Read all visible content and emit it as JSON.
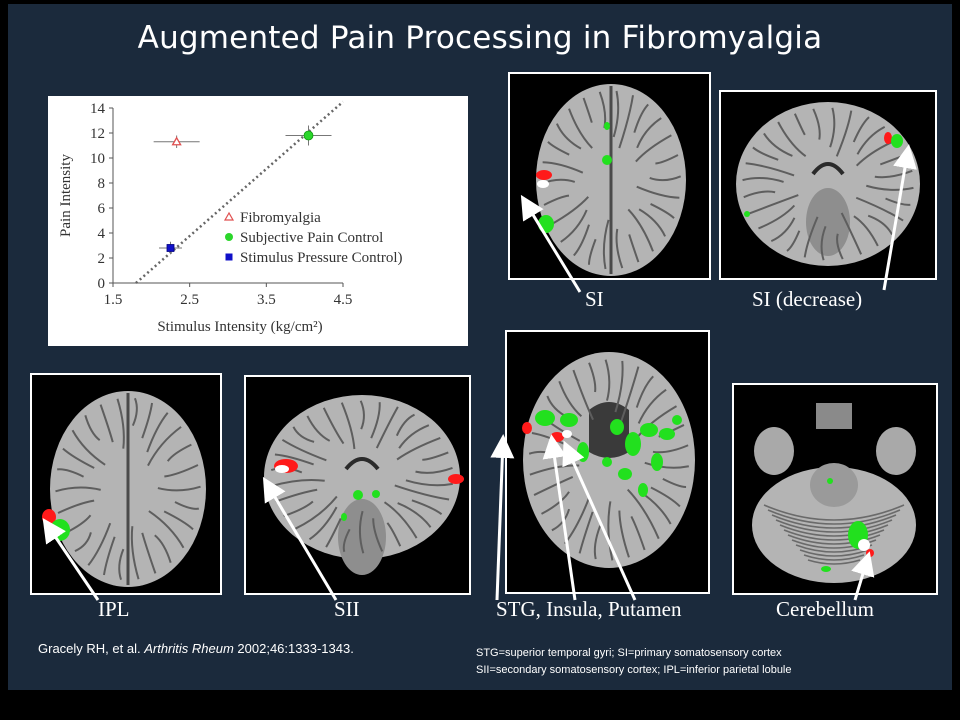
{
  "slide": {
    "title": "Augmented Pain Processing in Fibromyalgia",
    "citation": {
      "authors": "Gracely RH, et al.",
      "journal": "Arthritis Rheum",
      "details": "2002;46:1333-1343."
    },
    "abbreviations": [
      "STG=superior temporal gyri; SI=primary somatosensory cortex",
      "SII=secondary somatosensory cortex; IPL=inferior parietal lobule"
    ],
    "panels": [
      {
        "label": "SI",
        "view": "axial"
      },
      {
        "label": "SI (decrease)",
        "view": "coronal"
      },
      {
        "label": "IPL",
        "view": "axial"
      },
      {
        "label": "SII",
        "view": "coronal"
      },
      {
        "label": "STG, Insula, Putamen",
        "view": "axial-mid"
      },
      {
        "label": "Cerebellum",
        "view": "cerebellum"
      }
    ],
    "colors": {
      "activation": "#ff1a1a",
      "overlap": "#ffffff",
      "control": "#22e01e",
      "background": "#1b2a3c"
    }
  },
  "chart_data": {
    "type": "scatter",
    "xlabel": "Stimulus Intensity (kg/cm²)",
    "ylabel": "Pain Intensity",
    "xlim": [
      1.5,
      4.5
    ],
    "ylim": [
      0,
      14
    ],
    "xticks": [
      "1.5",
      "2.5",
      "3.5",
      "4.5"
    ],
    "yticks": [
      "0",
      "2",
      "4",
      "6",
      "8",
      "10",
      "12",
      "14"
    ],
    "grid": false,
    "legend_position": "center-right",
    "series": [
      {
        "name": "Fibromyalgia",
        "marker": "triangle",
        "color": "#e05050",
        "x": 2.33,
        "y": 11.3,
        "xerr": 0.3,
        "yerr": 0.5
      },
      {
        "name": "Subjective Pain Control",
        "marker": "circle",
        "color": "#2bd62b",
        "x": 4.05,
        "y": 11.8,
        "xerr": 0.3,
        "yerr": 0.8
      },
      {
        "name": "Stimulus Pressure Control)",
        "marker": "square",
        "color": "#1010c8",
        "x": 2.25,
        "y": 2.8,
        "xerr": 0.15,
        "yerr": 0.5
      }
    ],
    "reference_line": {
      "style": "dotted",
      "from": [
        1.8,
        0
      ],
      "to": [
        4.5,
        14.5
      ]
    }
  }
}
